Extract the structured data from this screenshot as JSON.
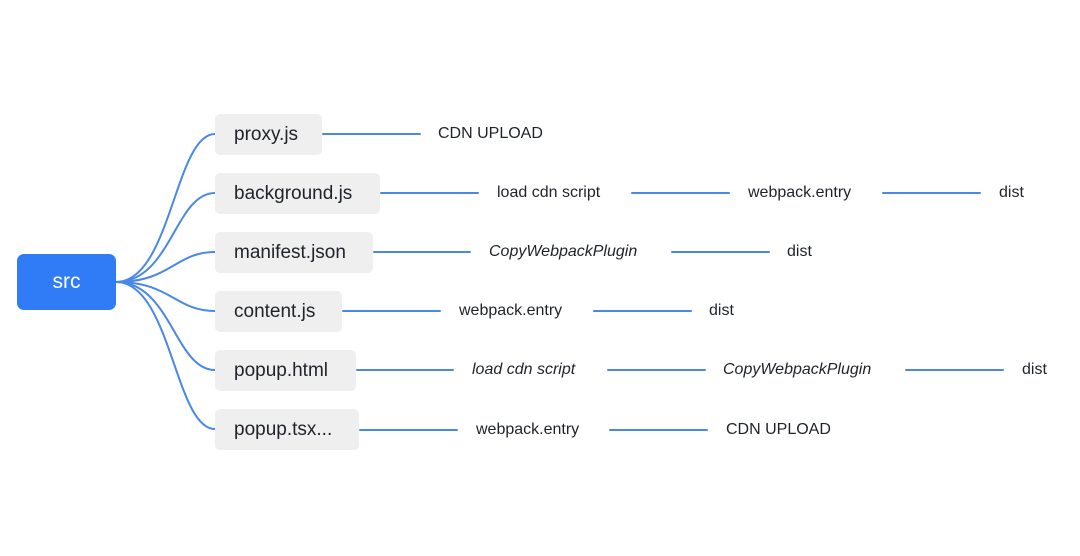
{
  "diagram": {
    "root": {
      "label": "src"
    },
    "branches": [
      {
        "file": "proxy.js",
        "steps": [
          {
            "label": "CDN UPLOAD",
            "italic": false
          }
        ]
      },
      {
        "file": "background.js",
        "steps": [
          {
            "label": "load cdn script",
            "italic": false
          },
          {
            "label": "webpack.entry",
            "italic": false
          },
          {
            "label": "dist",
            "italic": false
          }
        ]
      },
      {
        "file": "manifest.json",
        "steps": [
          {
            "label": "CopyWebpackPlugin",
            "italic": true
          },
          {
            "label": "dist",
            "italic": false
          }
        ]
      },
      {
        "file": "content.js",
        "steps": [
          {
            "label": "webpack.entry",
            "italic": false
          },
          {
            "label": "dist",
            "italic": false
          }
        ]
      },
      {
        "file": "popup.html",
        "steps": [
          {
            "label": "load cdn script",
            "italic": true
          },
          {
            "label": "CopyWebpackPlugin",
            "italic": true
          },
          {
            "label": "dist",
            "italic": false
          }
        ]
      },
      {
        "file": "popup.tsx...",
        "steps": [
          {
            "label": "webpack.entry",
            "italic": false
          },
          {
            "label": "CDN UPLOAD",
            "italic": false
          }
        ]
      }
    ],
    "colors": {
      "root_fill": "#2f7cf6",
      "root_text": "#ffffff",
      "node_fill": "#efefef",
      "text": "#1f2329",
      "connector": "#4a88e8"
    }
  }
}
